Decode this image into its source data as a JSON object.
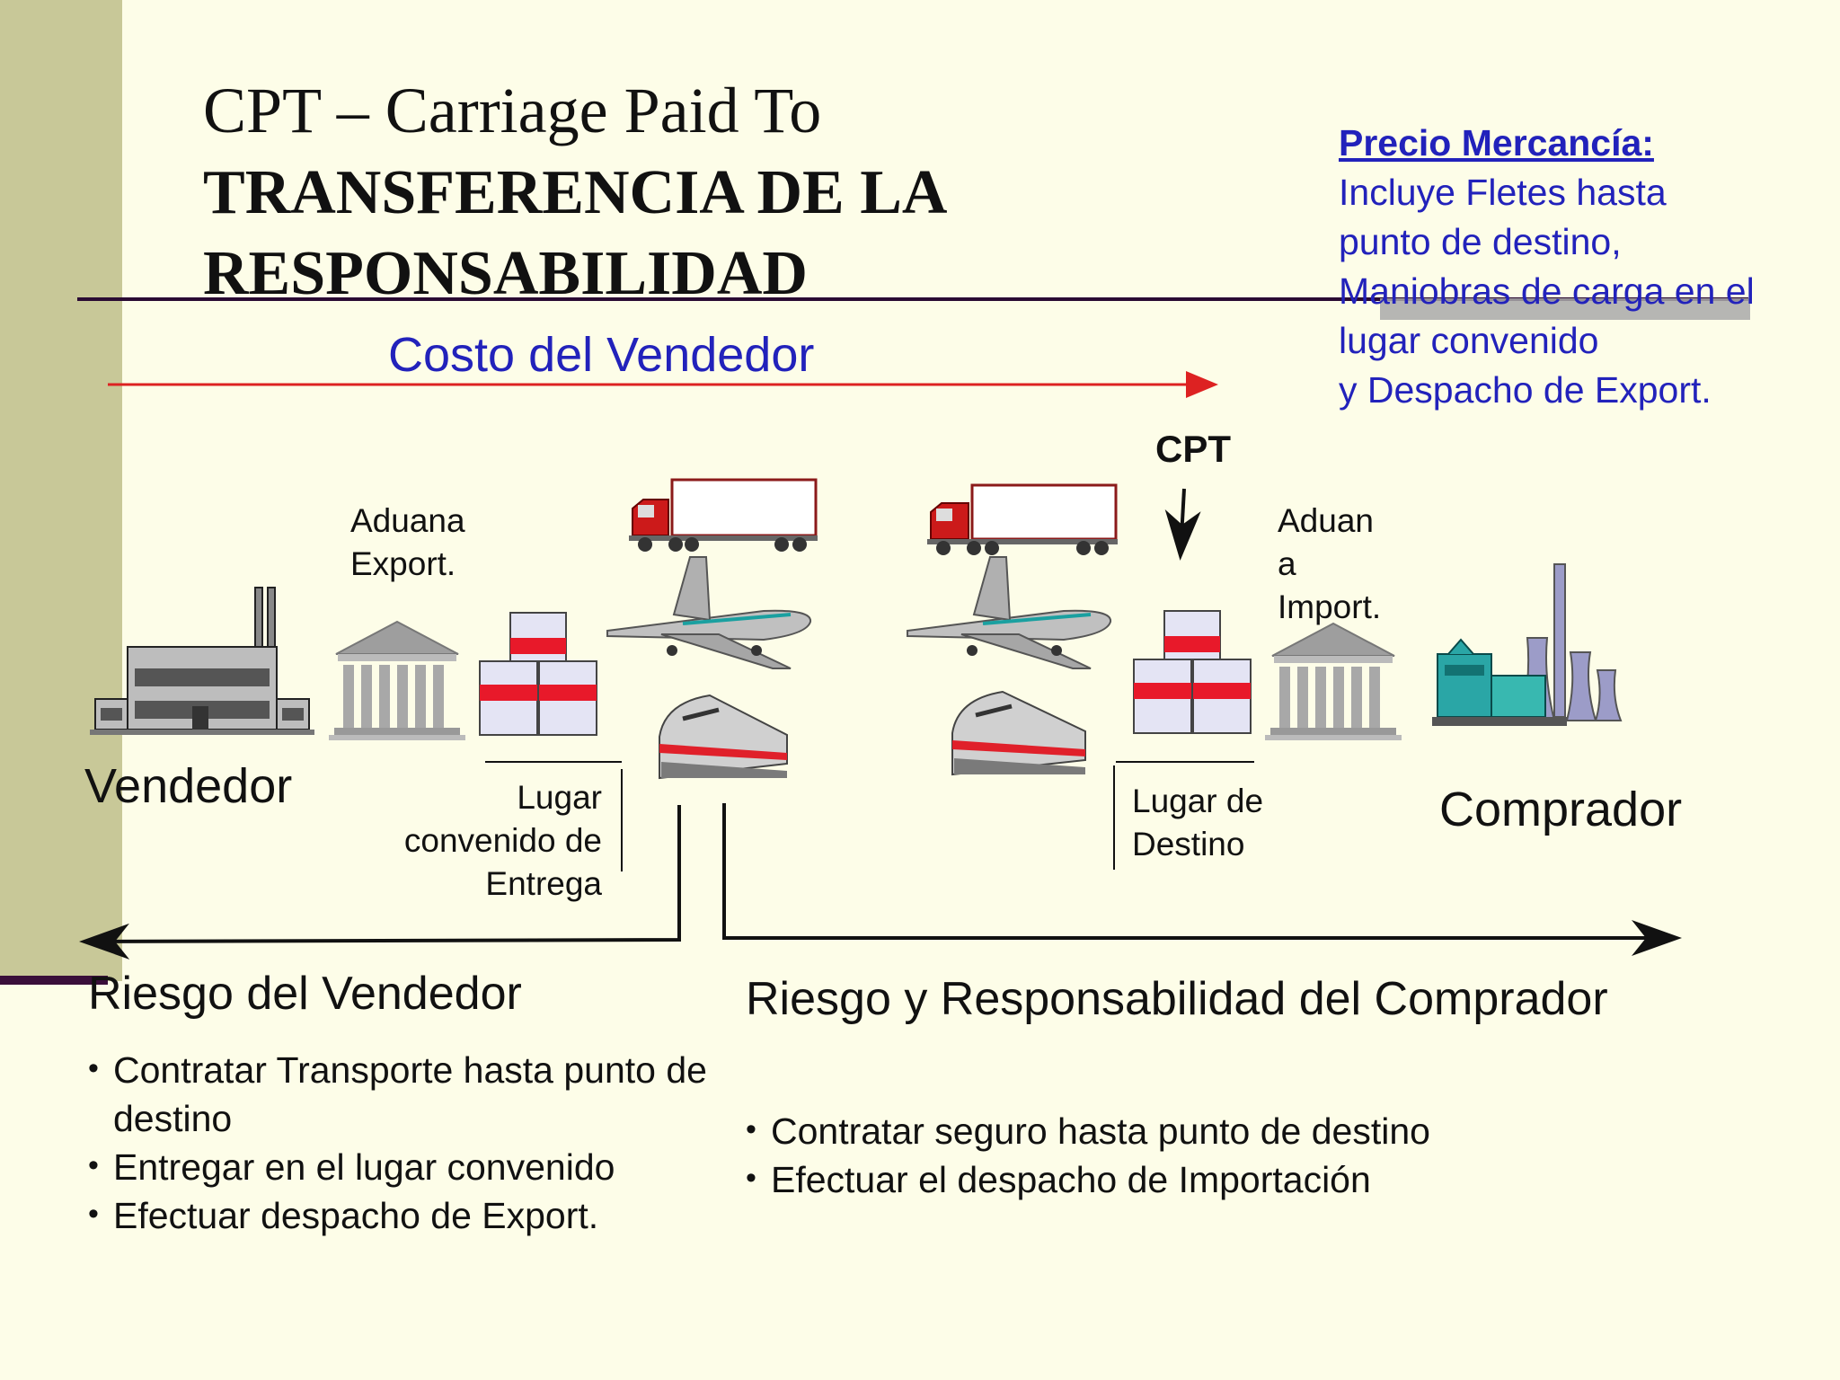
{
  "title": {
    "line1": "CPT – Carriage Paid To",
    "line2a": "TRANSFERENCIA DE LA",
    "line2b": "RESPONSABILIDAD"
  },
  "price_box": {
    "header": "Precio Mercancía:",
    "lines": [
      "Incluye Fletes hasta",
      "punto de destino,",
      "Maniobras de carga en el",
      "lugar convenido",
      "y Despacho de Export."
    ]
  },
  "costo_label": "Costo del Vendedor",
  "cpt_label": "CPT",
  "aduana_export": [
    "Aduana",
    "Export."
  ],
  "aduana_import": [
    "Aduan",
    "a",
    "Import."
  ],
  "vendedor": "Vendedor",
  "comprador": "Comprador",
  "lugar_entrega": [
    "Lugar",
    "convenido de",
    "Entrega"
  ],
  "lugar_destino": [
    "Lugar de",
    "Destino"
  ],
  "riesgo_vendedor": {
    "heading": "Riesgo del Vendedor",
    "items": [
      "Contratar Transporte hasta punto de destino",
      "Entregar en el lugar convenido",
      "Efectuar despacho de Export."
    ]
  },
  "riesgo_comprador": {
    "heading": "Riesgo y Responsabilidad del Comprador",
    "items": [
      "Contratar seguro hasta punto de destino",
      "Efectuar el despacho de Importación"
    ]
  },
  "colors": {
    "blue_text": "#2222bb",
    "red_arrow": "#dd2222",
    "left_bar": "#c8c898",
    "background": "#fdfde8"
  },
  "icons": [
    "factory-icon",
    "customs-building-icon",
    "cargo-boxes-icon",
    "truck-icon",
    "airplane-icon",
    "train-icon",
    "industrial-plant-icon"
  ]
}
